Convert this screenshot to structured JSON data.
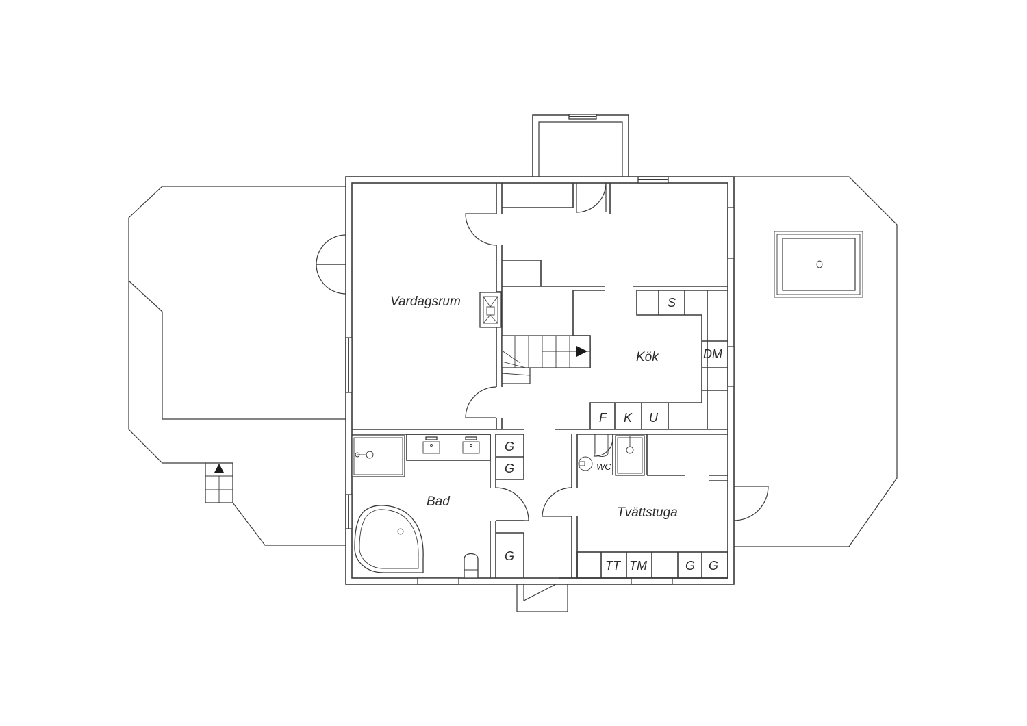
{
  "rooms": {
    "vardagsrum": "Vardagsrum",
    "kok": "Kök",
    "bad": "Bad",
    "tvattstuga": "Tvättstuga"
  },
  "fixtures": {
    "stove": "S",
    "dishwasher": "DM",
    "fridge": "F",
    "kitchen_k": "K",
    "kitchen_u": "U",
    "wc": "WC",
    "tumble_dryer": "TT",
    "washing_machine": "TM",
    "wardrobe": "G"
  }
}
